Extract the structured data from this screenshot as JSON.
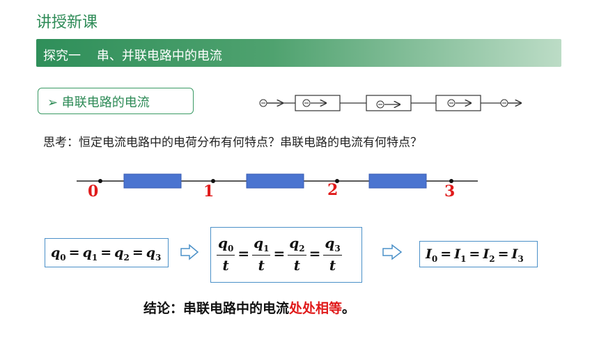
{
  "header": {
    "title": "讲授新课"
  },
  "section": {
    "label": "探究一    串、并联电路中的电流"
  },
  "subsection": {
    "label": "➢ 串联电路的电流"
  },
  "question": {
    "text": "思考：恒定电流电路中的电荷分布有何特点？串联电路的电流有何特点？"
  },
  "wire": {
    "charge_symbol": "⊖",
    "points": [
      "0",
      "1",
      "2",
      "3"
    ],
    "segment_color": "#4a74d0",
    "point_color": "#e01b1b"
  },
  "equations": {
    "charge": {
      "terms": [
        "q",
        "q",
        "q",
        "q"
      ],
      "subs": [
        "0",
        "1",
        "2",
        "3"
      ],
      "op": "="
    },
    "ratio": {
      "nums": [
        "q",
        "q",
        "q",
        "q"
      ],
      "subs": [
        "0",
        "1",
        "2",
        "3"
      ],
      "den": "t",
      "op": "="
    },
    "current": {
      "terms": [
        "I",
        "I",
        "I",
        "I"
      ],
      "subs": [
        "0",
        "1",
        "2",
        "3"
      ],
      "op": "="
    }
  },
  "conclusion": {
    "prefix": "结论：串联电路中的电流",
    "highlight": "处处相等",
    "suffix": "。"
  },
  "colors": {
    "accent": "#2e8b57",
    "highlight": "#e01b1b",
    "box_border": "#4a90c8"
  }
}
